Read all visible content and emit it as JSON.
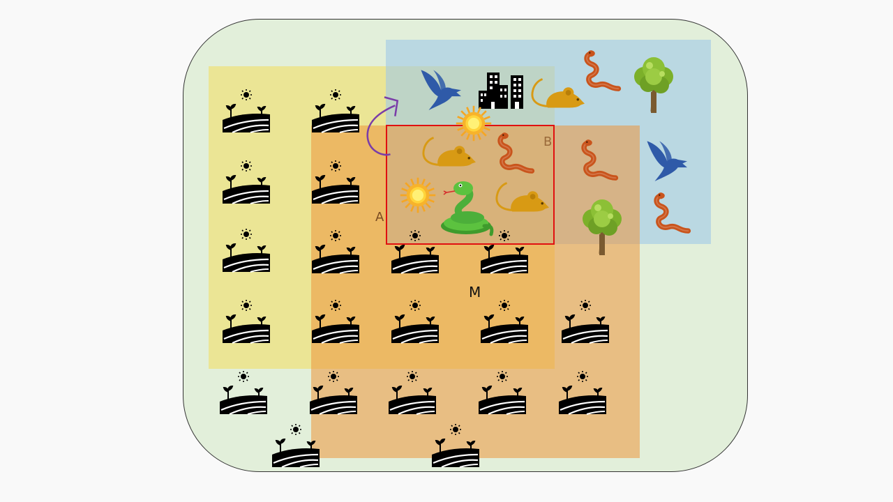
{
  "labels": {
    "a": "A",
    "b": "B",
    "m": "M"
  },
  "colors": {
    "landscape": "#e2efda",
    "region_a": "#f2dc5c",
    "region_b": "#a0c8e8",
    "region_m": "#ec963c",
    "focus_box": "#e01010",
    "arrow": "#7a3da8",
    "mouse": "#d89a14",
    "worm": "#c9541c",
    "bird": "#2f5aa8",
    "snake": "#4caf3a"
  },
  "icons": {
    "farmland": "farmland-icon",
    "bird": "bird-icon",
    "city": "city-icon",
    "mouse": "mouse-icon",
    "worm": "worm-icon",
    "tree": "tree-icon",
    "sun": "sun-icon",
    "snake": "snake-icon",
    "arrow": "curved-arrow-icon"
  }
}
